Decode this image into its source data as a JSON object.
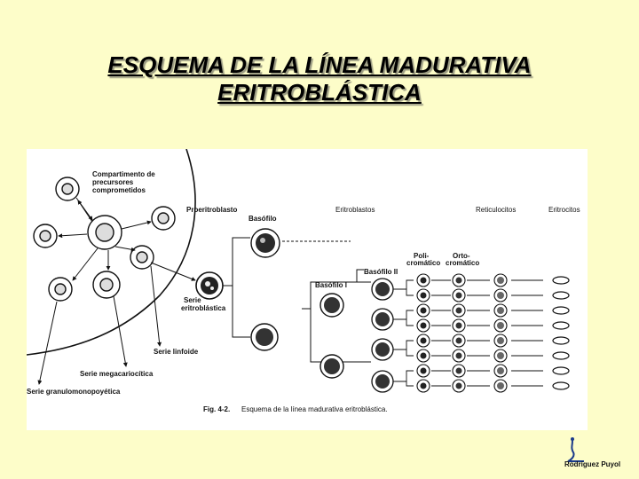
{
  "slide": {
    "title_line1": "ESQUEMA DE LA LÍNEA MADURATIVA",
    "title_line2": "ERITROBLÁSTICA",
    "author": "Rodríguez Puyol"
  },
  "figure": {
    "labels": {
      "compartment_1": "Compartimento de",
      "compartment_2": "precursores",
      "compartment_3": "comprometidos",
      "proerythroblast": "Proeritroblasto",
      "basophil": "Basófilo",
      "erythroblasts": "Eritroblastos",
      "reticulocytes": "Reticulocitos",
      "erythrocytes": "Eritrocitos",
      "poly_1": "Poli-",
      "poly_2": "cromático",
      "ortho_1": "Orto-",
      "ortho_2": "cromático",
      "basophil_2": "Basófilo II",
      "basophil_1": "Basófilo I",
      "series_1": "Serie",
      "series_2": "eritroblástica",
      "lymphoid": "Serie linfoide",
      "megakaryocytic": "Serie megacariocítica",
      "granulomonopoietic": "Serie granulomonopoyética",
      "caption_number": "Fig. 4-2.",
      "caption_text": "Esquema de la línea madurativa eritroblástica."
    },
    "colors": {
      "ink": "#111111",
      "background": "#fdfdc9"
    }
  }
}
